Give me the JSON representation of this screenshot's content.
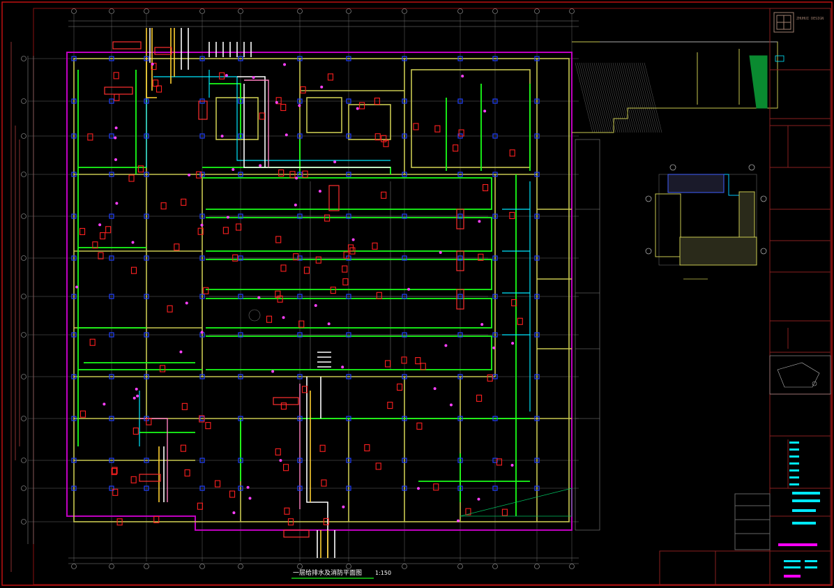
{
  "drawing": {
    "title": "一层给排水及消防平面图",
    "scale": "1:150",
    "company_logo_text": "ZHUHUI DESIGN",
    "colors": {
      "background": "#000000",
      "frame": "#c01010",
      "wall": "#c8c850",
      "grid": "#8a8a8a",
      "water_supply": "#19ff19",
      "fire_pipe": "#ff3030",
      "drain": "#ffffff",
      "sprinkler": "#00ffff",
      "column": "#2040ff",
      "boundary": "#c000c0",
      "accent_cyan": "#00e8ff",
      "accent_magenta": "#ff00ff"
    }
  }
}
